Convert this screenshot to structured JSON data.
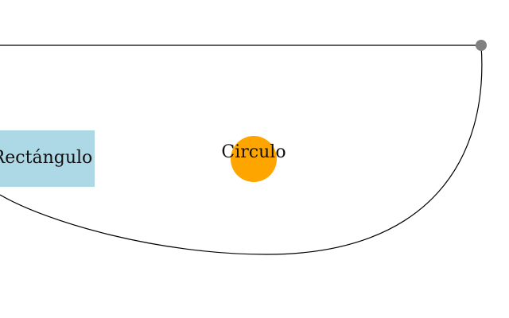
{
  "diagram": {
    "nodes": [
      {
        "id": "rect",
        "label": "Rectángulo",
        "shape": "rectangle",
        "color": "#add8e6"
      },
      {
        "id": "circle",
        "label": "Circulo",
        "shape": "circle",
        "color": "#ffa500"
      }
    ],
    "connectors": {
      "line_color": "#000000",
      "handle_color": "#808080"
    }
  }
}
